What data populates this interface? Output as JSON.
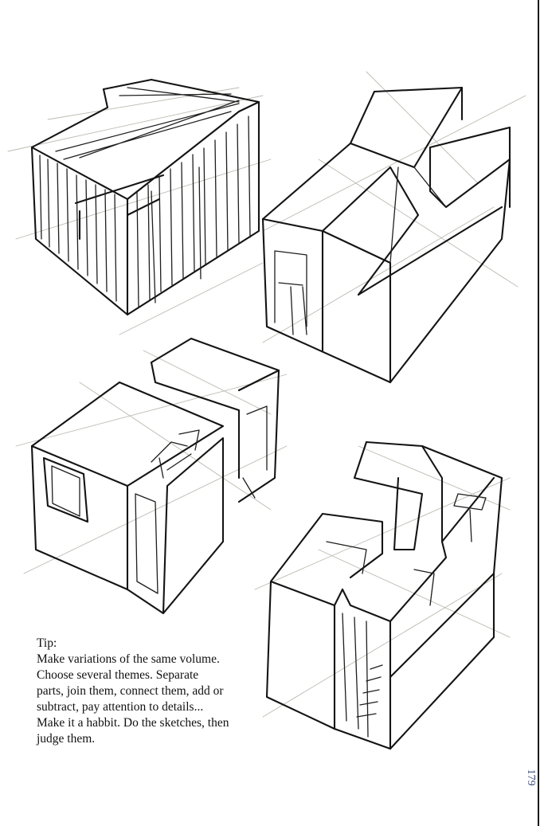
{
  "tip": {
    "heading": "Tip:",
    "lines": [
      "Make variations of the same volume.",
      "Choose several themes. Separate",
      "parts, join them, connect them, add or",
      "subtract, pay attention to details...",
      "Make it a habbit. Do the sketches, then",
      "judge them."
    ]
  },
  "page_number": "179",
  "colors": {
    "ink": "#141414",
    "pencil": "#b9bcb0",
    "page_number": "#3a4a7a"
  }
}
